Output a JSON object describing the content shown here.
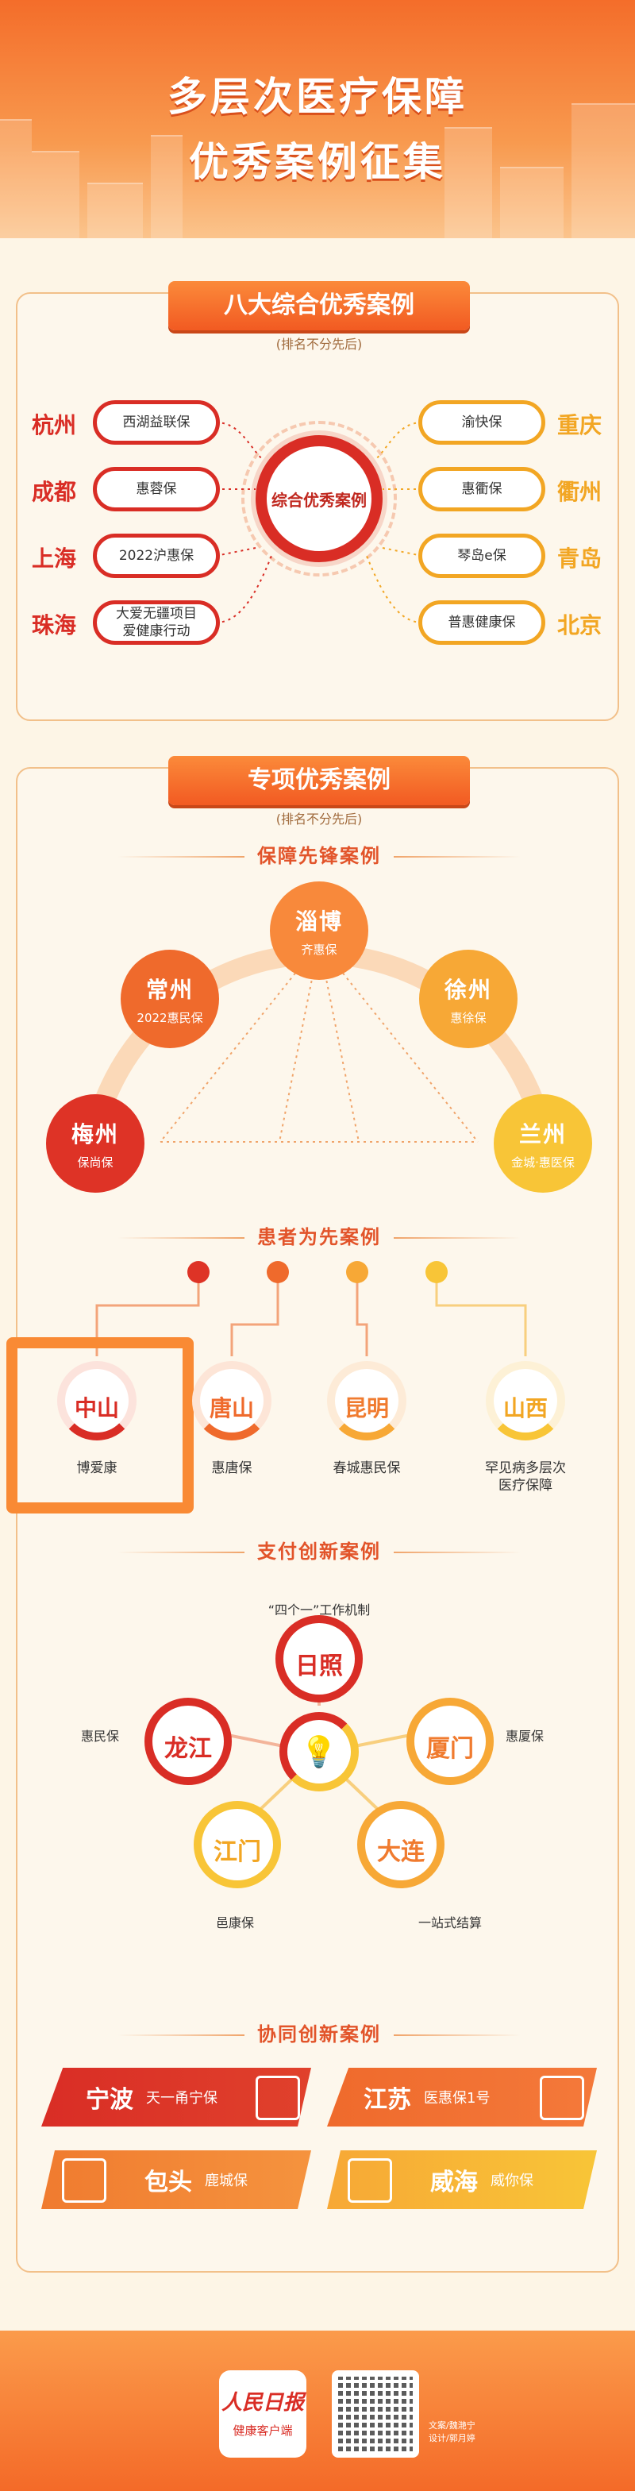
{
  "header": {
    "title_line1": "多层次医疗保障",
    "title_line2": "优秀案例征集"
  },
  "section1": {
    "title": "八大综合优秀案例",
    "subtitle": "(排名不分先后)",
    "center": "综合优秀案例",
    "left": [
      {
        "city": "杭州",
        "product": "西湖益联保"
      },
      {
        "city": "成都",
        "product": "惠蓉保"
      },
      {
        "city": "上海",
        "product": "2022沪惠保"
      },
      {
        "city": "珠海",
        "product": "大爱无疆项目\n爱健康行动"
      }
    ],
    "right": [
      {
        "city": "重庆",
        "product": "渝快保"
      },
      {
        "city": "衢州",
        "product": "惠衢保"
      },
      {
        "city": "青岛",
        "product": "琴岛e保"
      },
      {
        "city": "北京",
        "product": "普惠健康保"
      }
    ],
    "colors": {
      "left": "#d92d25",
      "right": "#f2a623"
    }
  },
  "section2": {
    "title": "专项优秀案例",
    "subtitle": "(排名不分先后)",
    "pioneer": {
      "title": "保障先锋案例",
      "items": [
        {
          "city": "淄博",
          "product": "齐惠保"
        },
        {
          "city": "常州",
          "product": "2022惠民保"
        },
        {
          "city": "徐州",
          "product": "惠徐保"
        },
        {
          "city": "梅州",
          "product": "保尚保"
        },
        {
          "city": "兰州",
          "product": "金城·惠医保"
        }
      ]
    },
    "patient": {
      "title": "患者为先案例",
      "items": [
        {
          "city": "中山",
          "product": "博爱康"
        },
        {
          "city": "唐山",
          "product": "惠唐保"
        },
        {
          "city": "昆明",
          "product": "春城惠民保"
        },
        {
          "city": "山西",
          "product": "罕见病多层次\n医疗保障"
        }
      ]
    },
    "payment": {
      "title": "支付创新案例",
      "mechanism": "“四个一”工作机制",
      "items": [
        {
          "city": "日照",
          "product": ""
        },
        {
          "city": "龙江",
          "product": "惠民保"
        },
        {
          "city": "厦门",
          "product": "惠厦保"
        },
        {
          "city": "江门",
          "product": "邑康保"
        },
        {
          "city": "大连",
          "product": "一站式结算"
        }
      ]
    },
    "synergy": {
      "title": "协同创新案例",
      "items": [
        {
          "city": "宁波",
          "product": "天一甬宁保"
        },
        {
          "city": "江苏",
          "product": "医惠保1号"
        },
        {
          "city": "包头",
          "product": "鹿城保"
        },
        {
          "city": "威海",
          "product": "威你保"
        }
      ]
    }
  },
  "footer": {
    "logo_text": "人民日报",
    "logo_sub": "健康客户端",
    "credits": "文案/魏滟宁\n设计/郭月婷"
  }
}
